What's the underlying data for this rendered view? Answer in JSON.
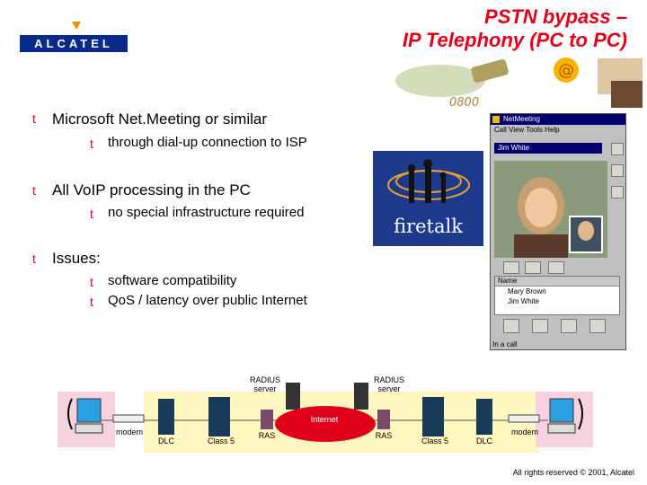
{
  "logo": {
    "text": "ALCATEL"
  },
  "title": {
    "line1": "PSTN bypass –",
    "line2": "IP Telephony (PC to PC)"
  },
  "bullets": [
    {
      "text": "Microsoft Net.Meeting or similar",
      "sub": [
        "through dial-up connection to ISP"
      ]
    },
    {
      "text": "All VoIP processing in the PC",
      "sub": [
        "no special infrastructure required"
      ]
    },
    {
      "text": "Issues:",
      "sub": [
        "software compatibility",
        "QoS / latency over public Internet"
      ]
    }
  ],
  "bullet_glyph": "t",
  "firetalk": {
    "text": "firetalk"
  },
  "netmeeting": {
    "title": "NetMeeting",
    "menu": "Call  View  Tools  Help",
    "combo": "Jim White",
    "list_header": "Name",
    "participants": [
      "Mary Brown",
      "Jim White"
    ],
    "status": "In a call"
  },
  "diagram": {
    "radius_left": "RADIUS server",
    "radius_right": "RADIUS server",
    "internet": "Internet",
    "modem_left": "modem",
    "modem_right": "modem",
    "dlc_left": "DLC",
    "dlc_right": "DLC",
    "class5_left": "Class 5",
    "class5_right": "Class 5",
    "ras_left": "RAS",
    "ras_right": "RAS"
  },
  "colors": {
    "title": "#e0001a",
    "brand": "#0a2a8a",
    "accent": "#f28c00",
    "internet": "#e0001a",
    "band": "#fff7c0"
  },
  "copyright": "All rights reserved © 2001, Alcatel"
}
